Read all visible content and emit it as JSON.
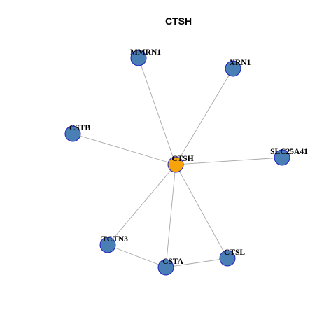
{
  "title": "CTSH",
  "colors": {
    "center_node": "#f7a30b",
    "neighbor_node": "#4a7fb5",
    "node_border": "#1f1fbf",
    "edge": "#a8a8a8"
  },
  "nodes": [
    {
      "id": "CTSH",
      "label": "CTSH",
      "center": true
    },
    {
      "id": "MMRN1",
      "label": "MMRN1"
    },
    {
      "id": "XRN1",
      "label": "XRN1"
    },
    {
      "id": "CSTB",
      "label": "CSTB"
    },
    {
      "id": "SLC25A41",
      "label": "SLC25A41"
    },
    {
      "id": "TCTN3",
      "label": "TCTN3"
    },
    {
      "id": "CSTA",
      "label": "CSTA"
    },
    {
      "id": "CTSL",
      "label": "CTSL"
    }
  ],
  "edges": [
    [
      "CTSH",
      "MMRN1"
    ],
    [
      "CTSH",
      "XRN1"
    ],
    [
      "CTSH",
      "CSTB"
    ],
    [
      "CTSH",
      "SLC25A41"
    ],
    [
      "CTSH",
      "TCTN3"
    ],
    [
      "CTSH",
      "CSTA"
    ],
    [
      "CTSH",
      "CTSL"
    ],
    [
      "TCTN3",
      "CSTA"
    ],
    [
      "CSTA",
      "CTSL"
    ]
  ]
}
